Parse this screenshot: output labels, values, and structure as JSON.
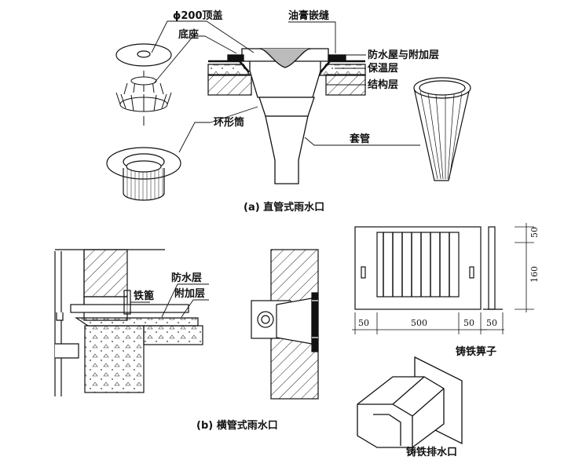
{
  "labels": {
    "cover": "ϕ200顶盖",
    "putty_joint": "油膏嵌缝",
    "base": "底座",
    "waterproof_layer_a": "防水屋与附加层",
    "insulation_layer": "保温层",
    "structural_layer": "结构层",
    "ring_cylinder": "环形筒",
    "sleeve": "套管",
    "caption_a": "(a) 直管式雨水口",
    "iron_grate_b": "铁篦",
    "waterproof_layer_b": "防水层",
    "additional_layer_b": "附加层",
    "caption_b": "(b) 横管式雨水口",
    "cast_iron_grate": "铸铁箅子",
    "cast_iron_outlet": "铸铁排水口"
  },
  "dimensions": {
    "left": "50",
    "middle": "500",
    "right": "50",
    "side": "50",
    "top": "50",
    "height": "160"
  }
}
